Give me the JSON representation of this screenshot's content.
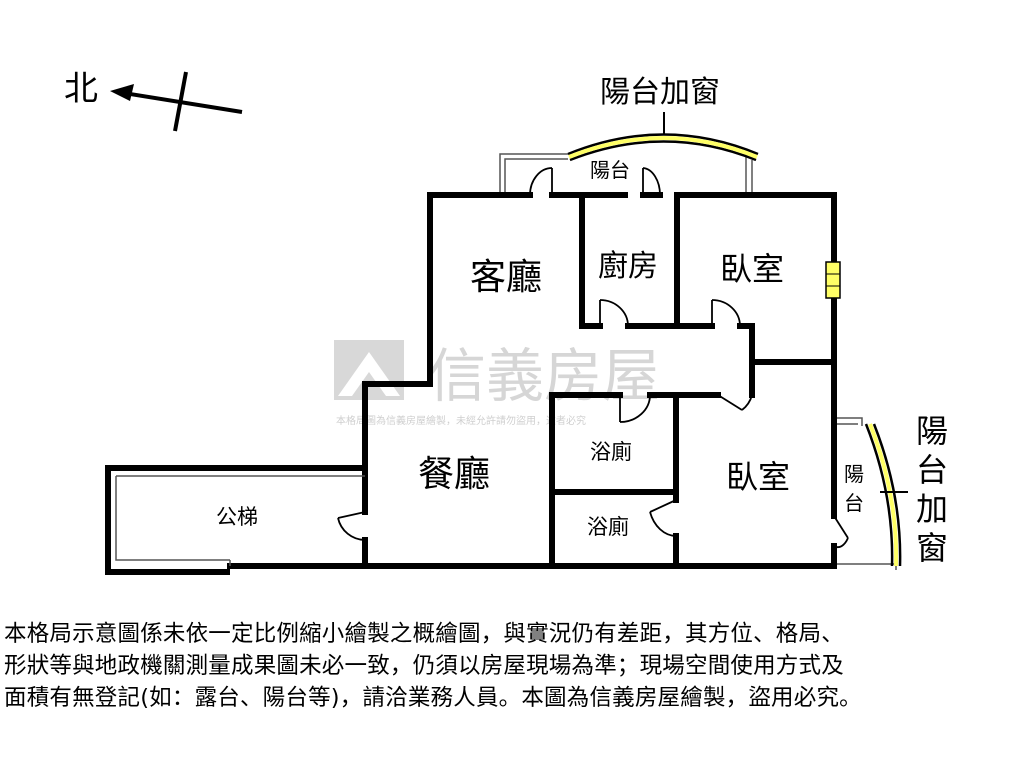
{
  "compass": {
    "label": "北"
  },
  "rooms": {
    "living_room": "客廳",
    "kitchen": "廚房",
    "bedroom_1": "臥室",
    "dining_room": "餐廳",
    "bathroom_1": "浴廁",
    "bathroom_2": "浴廁",
    "bedroom_2": "臥室",
    "public_stairs": "公梯"
  },
  "balconies": {
    "top_label": "陽台",
    "top_window_label": "陽台加窗",
    "right_label_chars": [
      "陽",
      "台"
    ],
    "right_window_label_chars": [
      "陽",
      "台",
      "加",
      "窗"
    ]
  },
  "watermark": {
    "brand": "信義房屋",
    "notice": "本格局圖為信義房屋繪製，未經允許請勿盜用，違者必究"
  },
  "disclaimer": {
    "lines": [
      "本格局示意圖係未依一定比例縮小繪製之概繪圖，與實況仍有差距，其方位、格局、",
      "形狀等與地政機關測量成果圖未必一致，仍須以房屋現場為準；現場空間使用方式及",
      "面積有無登記(如：露台、陽台等)，請洽業務人員。本圖為信義房屋繪製，盜用必究。"
    ]
  },
  "colors": {
    "wall": "#000000",
    "window_fill": "#ffff66",
    "window_stroke": "#c8a800",
    "watermark": "#d8d8d8"
  }
}
